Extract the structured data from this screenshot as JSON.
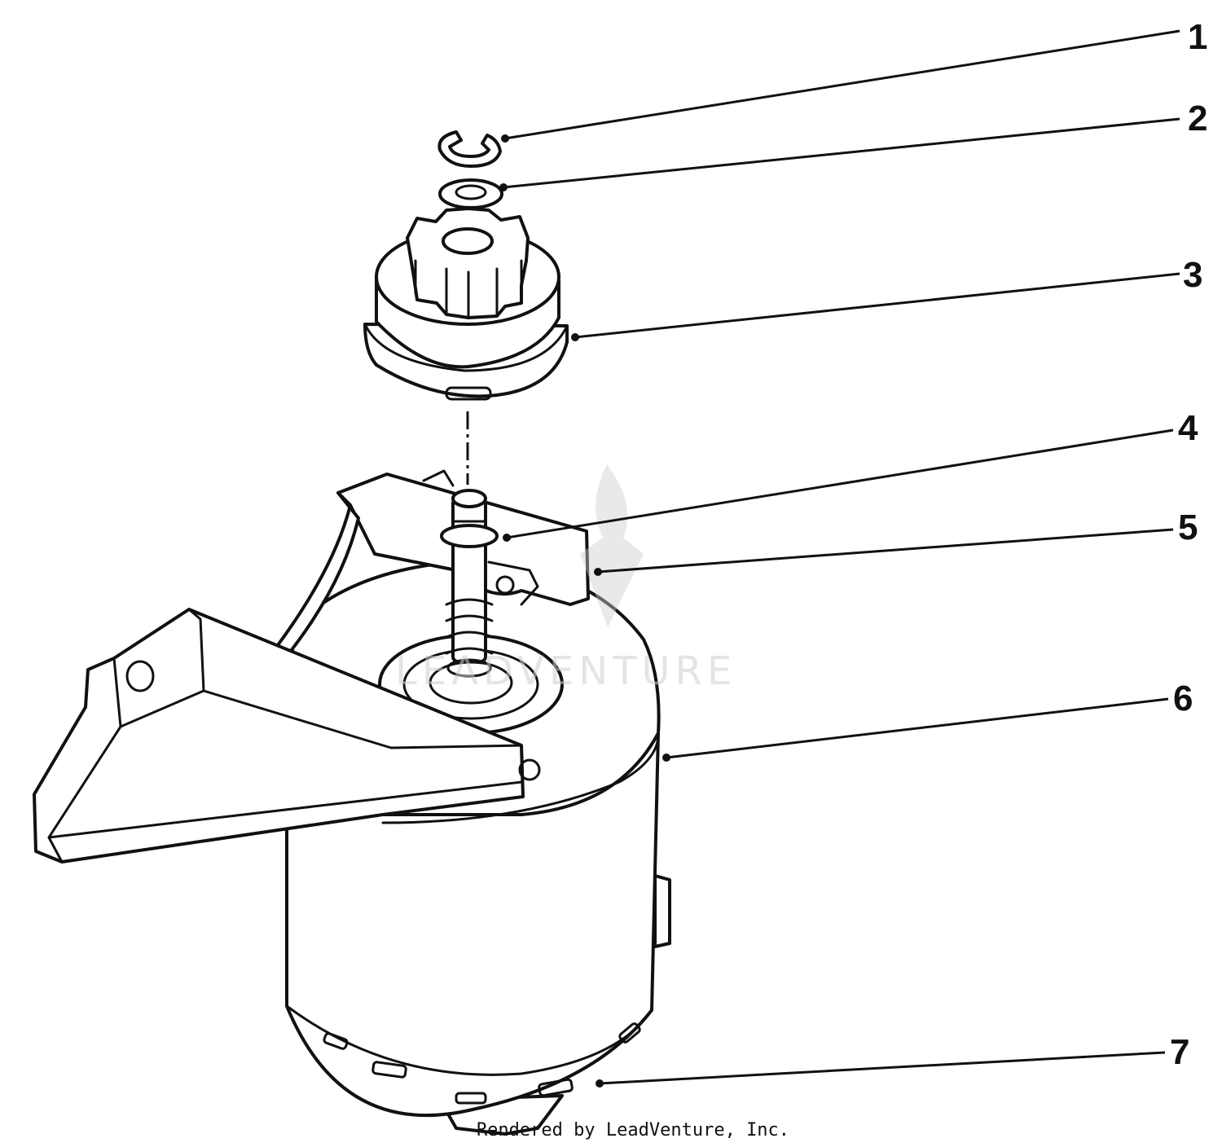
{
  "callouts": [
    {
      "id": "1",
      "label": "1"
    },
    {
      "id": "2",
      "label": "2"
    },
    {
      "id": "3",
      "label": "3"
    },
    {
      "id": "4",
      "label": "4"
    },
    {
      "id": "5",
      "label": "5"
    },
    {
      "id": "6",
      "label": "6"
    },
    {
      "id": "7",
      "label": "7"
    }
  ],
  "watermark": {
    "text": "LEADVENTURE",
    "icon": "flame-v-logo-icon"
  },
  "footer": {
    "credit": "Rendered by LeadVenture, Inc."
  },
  "colors": {
    "line": "#111111",
    "background": "#ffffff",
    "watermark": "#cfcfcf"
  }
}
